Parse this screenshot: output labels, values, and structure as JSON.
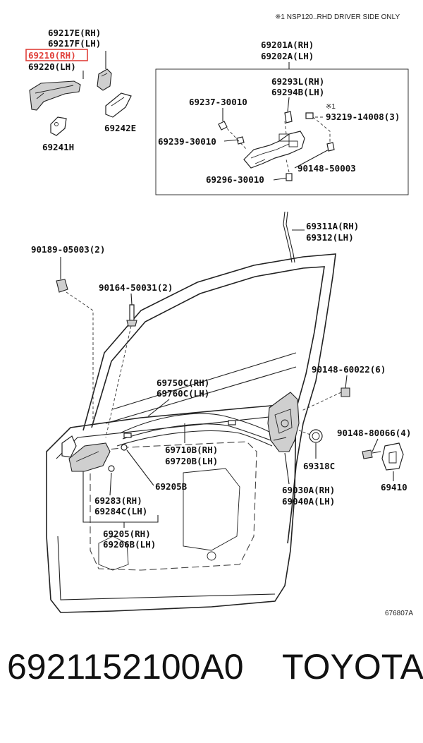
{
  "header": {
    "note": "※1 NSP120..RHD DRIVER SIDE ONLY"
  },
  "labels": {
    "l69217e": "69217E(RH)",
    "l69217f": "69217F(LH)",
    "l69210": "69210(RH)",
    "l69220": "69220(LH)",
    "l69242e": "69242E",
    "l69241h": "69241H",
    "l69201a": "69201A(RH)",
    "l69202a": "69202A(LH)",
    "l69293l": "69293L(RH)",
    "l69294b": "69294B(LH)",
    "l69237": "69237-30010",
    "lnote1": "※1",
    "l93219": "93219-14008(3)",
    "l69239": "69239-30010",
    "l90148_50003": "90148-50003",
    "l69296": "69296-30010",
    "l69311a": "69311A(RH)",
    "l69312": "69312(LH)",
    "l90189": "90189-05003(2)",
    "l90164": "90164-50031(2)",
    "l90148_60022": "90148-60022(6)",
    "l69750c": "69750C(RH)",
    "l69760c": "69760C(LH)",
    "l90148_80066": "90148-80066(4)",
    "l69710b": "69710B(RH)",
    "l69720b": "69720B(LH)",
    "l69318c": "69318C",
    "l69205b": "69205B",
    "l69410": "69410",
    "l69283": "69283(RH)",
    "l69284c": "69284C(LH)",
    "l69030a": "69030A(RH)",
    "l69040a": "69040A(LH)",
    "l69205": "69205(RH)",
    "l69206b": "69206B(LH)",
    "drawing_ref": "676807A"
  },
  "highlight": {
    "part": "69210(RH)",
    "color": "#e0403a"
  },
  "footer": {
    "part_number": "6921152100A0",
    "brand": "TOYOTA"
  }
}
